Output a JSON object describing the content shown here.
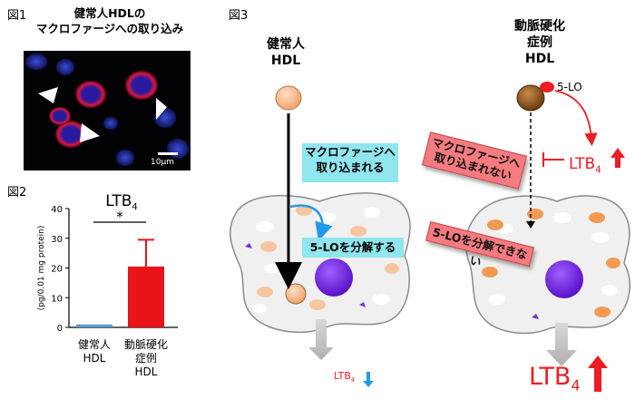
{
  "fig1": {
    "label": "図1",
    "title_line1": "健常人HDLの",
    "title_line2": "マクロファージへの取り込み",
    "scale_bar": "10μm"
  },
  "fig2": {
    "label": "図2",
    "title": "LTB4",
    "significance": "*"
  },
  "fig3": {
    "label": "図3",
    "healthy_title_line1": "健常人",
    "healthy_title_line2": "HDL",
    "ath_title_line1": "動脈硬化",
    "ath_title_line2": "症例",
    "ath_title_line3": "HDL",
    "five_lo_tag": "5-LO",
    "uptake_box_line1": "マクロファージへ",
    "uptake_box_line2": "取り込まれる",
    "degrade_box": "5-LOを分解する",
    "no_uptake_line1": "マクロファージへ",
    "no_uptake_line2": "取り込まれない",
    "no_degrade": "5-LOを分解できない",
    "ltb4_side": "LTB4",
    "ltb4_bottom_left": "LTB4",
    "ltb4_bottom_right": "LTB4"
  },
  "colors": {
    "healthy_bar": "#5b9bd5",
    "atherosclerosis_bar": "#e8141a",
    "ltb4_red": "#ee1c24",
    "arrow_blue": "#1e9be8",
    "pink_box": "#f47b7f",
    "cyan_box": "#8fe6ee",
    "nucleus": "#7a2be6"
  },
  "chart_data": {
    "type": "bar",
    "title": "LTB4",
    "categories": [
      "健常人\nHDL",
      "動脈硬化\n症例\nHDL"
    ],
    "category_lines": [
      [
        "健常人",
        "HDL"
      ],
      [
        "動脈硬化",
        "症例",
        "HDL"
      ]
    ],
    "values": [
      1,
      20.5
    ],
    "error": [
      0,
      9
    ],
    "ylabel": "(pg/0.01 mg protein)",
    "ylim": [
      0,
      40
    ],
    "yticks": [
      "0",
      "10",
      "20",
      "30",
      "40"
    ],
    "significance": "*"
  }
}
